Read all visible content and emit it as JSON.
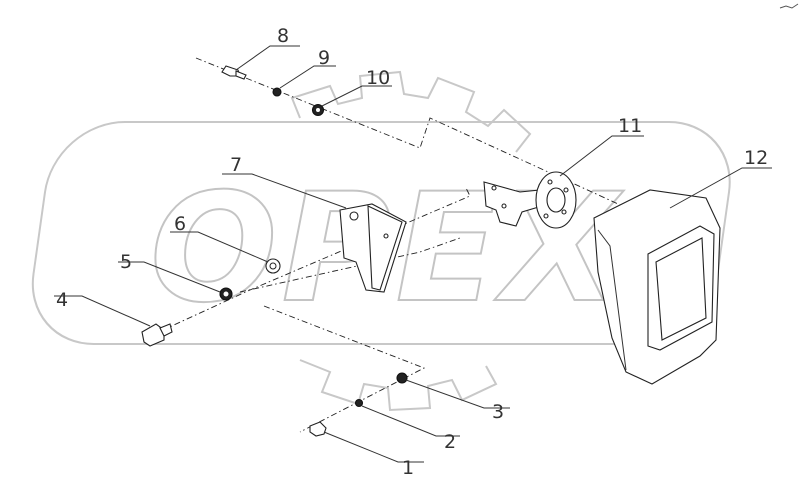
{
  "watermark": {
    "text": "OPEX"
  },
  "callouts": [
    {
      "id": "1",
      "label": "1",
      "part": "bolt-small"
    },
    {
      "id": "2",
      "label": "2",
      "part": "washer-small"
    },
    {
      "id": "3",
      "label": "3",
      "part": "nut-small"
    },
    {
      "id": "4",
      "label": "4",
      "part": "bolt"
    },
    {
      "id": "5",
      "label": "5",
      "part": "spring-washer"
    },
    {
      "id": "6",
      "label": "6",
      "part": "flat-washer"
    },
    {
      "id": "7",
      "label": "7",
      "part": "mounting-bracket"
    },
    {
      "id": "8",
      "label": "8",
      "part": "screw"
    },
    {
      "id": "9",
      "label": "9",
      "part": "washer"
    },
    {
      "id": "10",
      "label": "10",
      "part": "nut"
    },
    {
      "id": "11",
      "label": "11",
      "part": "swivel-plate-bracket"
    },
    {
      "id": "12",
      "label": "12",
      "part": "mirror-housing"
    }
  ],
  "colors": {
    "line": "#222222",
    "watermark": "#c8c8c8",
    "background": "#ffffff"
  }
}
